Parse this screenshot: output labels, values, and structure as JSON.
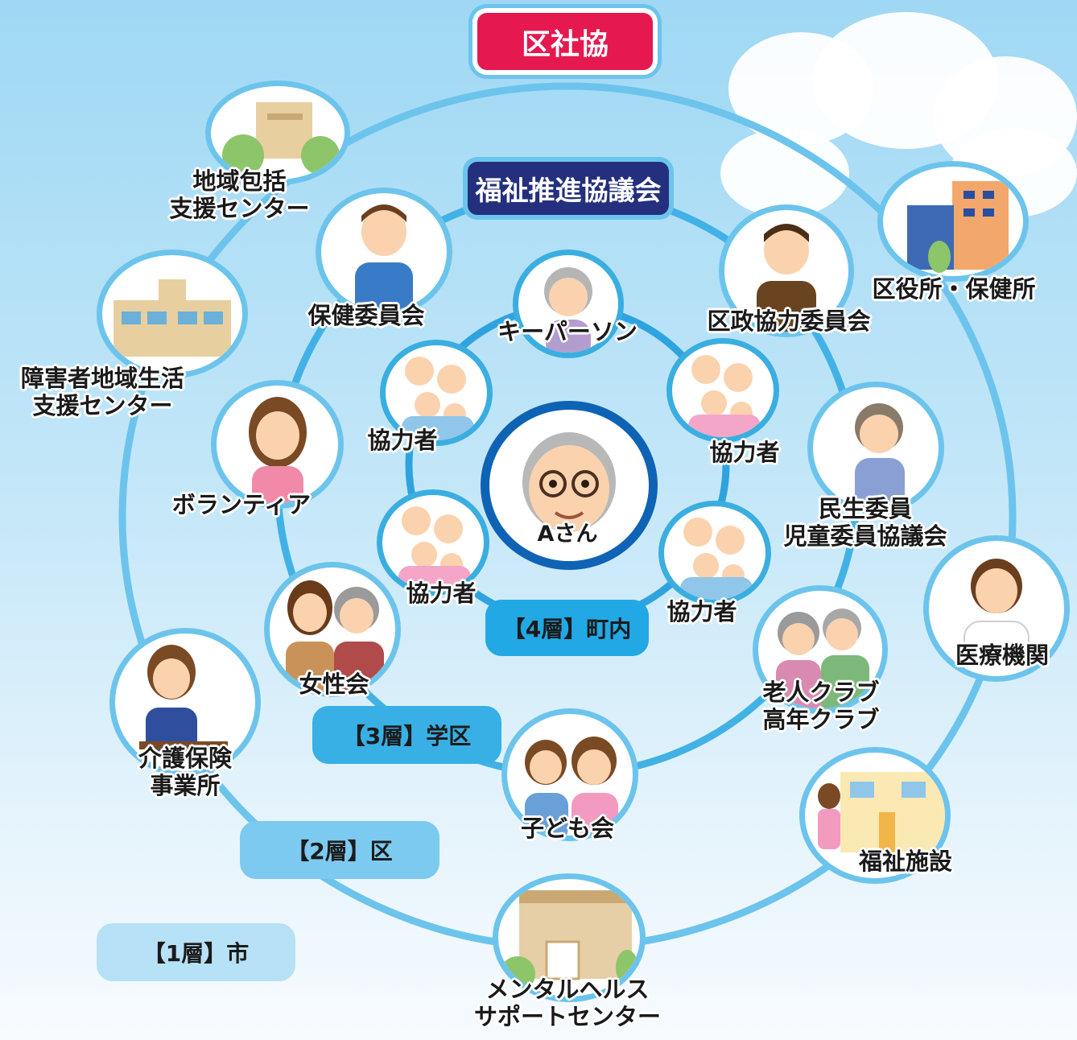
{
  "banners": {
    "ward_council": "区社協",
    "welfare_council": "福祉推進協議会"
  },
  "tiers": {
    "4": "【4層】町内",
    "3": "【3層】学区",
    "2": "【2層】区",
    "1": "【1層】市"
  },
  "center": {
    "label": "Aさん"
  },
  "inner": {
    "keyperson": "キーパーソン",
    "cooperator": "協力者"
  },
  "middle": {
    "health_committee": "保健委員会",
    "district_council": "区政協力委員会",
    "volunteer": "ボランティア",
    "welfare_commissioners": "民生委員\n児童委員協議会",
    "womens_association": "女性会",
    "senior_club": "老人クラブ\n高年クラブ",
    "childrens_association": "子ども会"
  },
  "outer": {
    "community_support_center": "地域包括\n支援センター",
    "ward_office": "区役所・保健所",
    "disability_support_center": "障害者地域生活\n支援センター",
    "medical_institution": "医療機関",
    "care_insurance_provider": "介護保険\n事業所",
    "welfare_facility": "福祉施設",
    "mental_health_center": "メンタルヘルス\nサポートセンター"
  },
  "colors": {
    "ward_council": "#e5184f",
    "welfare_council": "#24307e",
    "tier_4": "#22a8e4",
    "tier_3": "#38b0e6",
    "tier_2": "#7dcaf0",
    "tier_1": "#b6e1f6",
    "ring": "#6cc4ec"
  }
}
